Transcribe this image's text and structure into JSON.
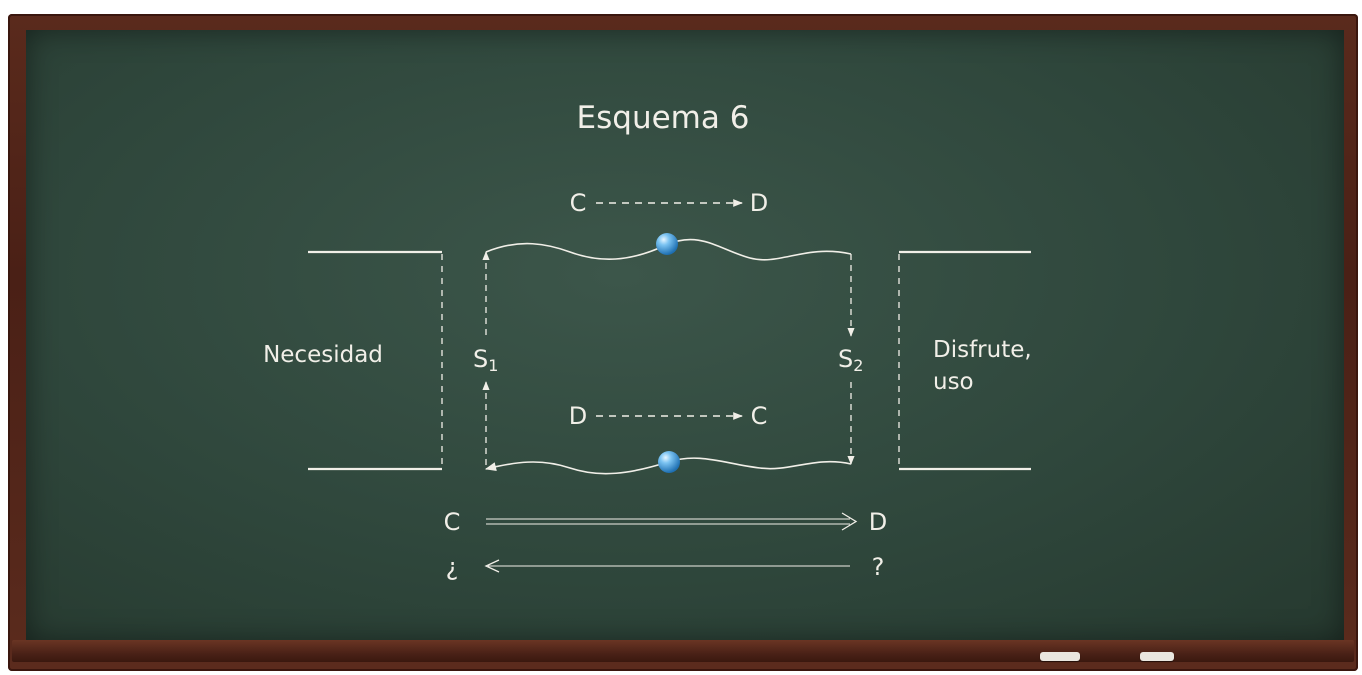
{
  "diagram": {
    "title": "Esquema 6",
    "left_label": "Necesidad",
    "right_label_line1": "Disfrute,",
    "right_label_line2": "uso",
    "s1_label": "S",
    "s1_sub": "1",
    "s2_label": "S",
    "s2_sub": "2",
    "top_flow": {
      "from": "C",
      "to": "D"
    },
    "bottom_flow": {
      "from": "D",
      "to": "C"
    },
    "arrow_forward": {
      "from": "C",
      "to": "D"
    },
    "arrow_backward": {
      "from": "¿",
      "to": "?"
    }
  },
  "colors": {
    "chalk": "#f1efe8",
    "board": "#2f473c",
    "ball": "#4aa6e8",
    "frame": "#5a2a1c"
  }
}
